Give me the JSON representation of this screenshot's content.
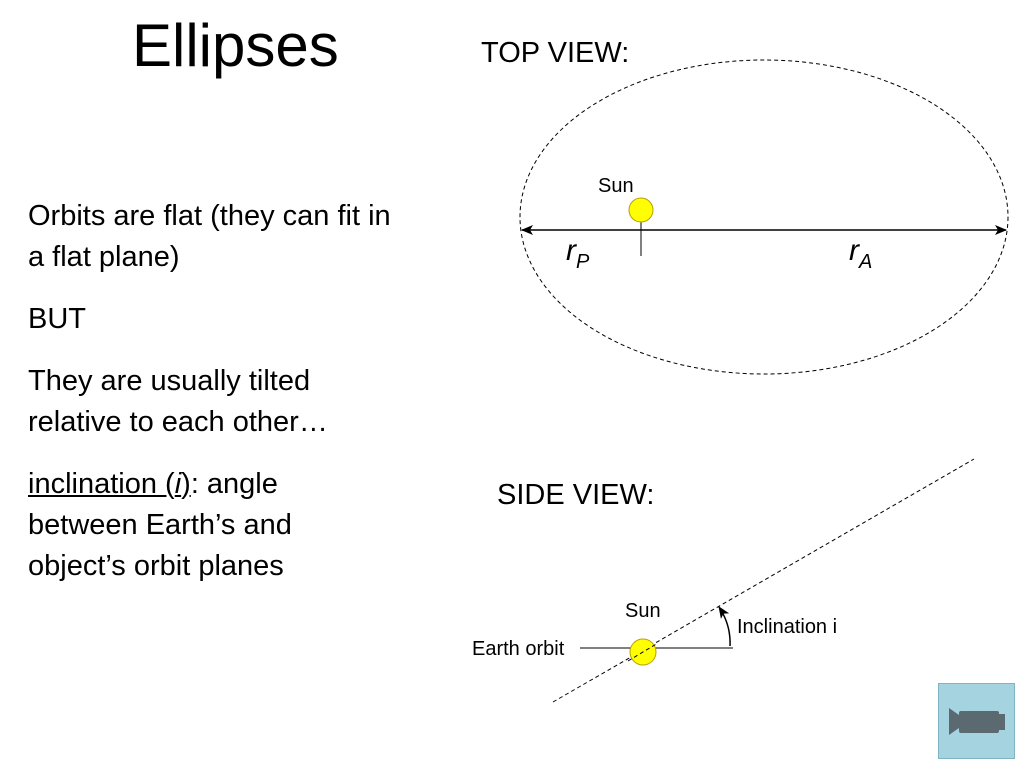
{
  "title": "Ellipses",
  "top_view": {
    "label": "TOP VIEW:",
    "sun_label": "Sun",
    "r_p": {
      "base": "r",
      "sub": "P"
    },
    "r_a": {
      "base": "r",
      "sub": "A"
    }
  },
  "side_view": {
    "label": "SIDE VIEW:",
    "sun_label": "Sun",
    "earth_orbit_label": "Earth orbit",
    "inclination_label": "Inclination i"
  },
  "text": {
    "p1_line1": "Orbits are flat (they can fit in",
    "p1_line2": "a flat plane)",
    "p2": "BUT",
    "p3_line1": "They are usually tilted",
    "p3_line2": "relative to each other…",
    "p4_term_pre": "inclination (",
    "p4_term_var": "i",
    "p4_term_post": ")",
    "p4_rest": ": angle",
    "p4_line2": "between Earth’s and",
    "p4_line3": "object’s orbit planes"
  },
  "colors": {
    "sun_fill": "#ffff00",
    "sun_stroke": "#b8a000",
    "button_bg": "#a5d4e0",
    "camera_icon": "#5a6a70"
  },
  "icons": {
    "movie_button": "movie-camera-icon"
  }
}
